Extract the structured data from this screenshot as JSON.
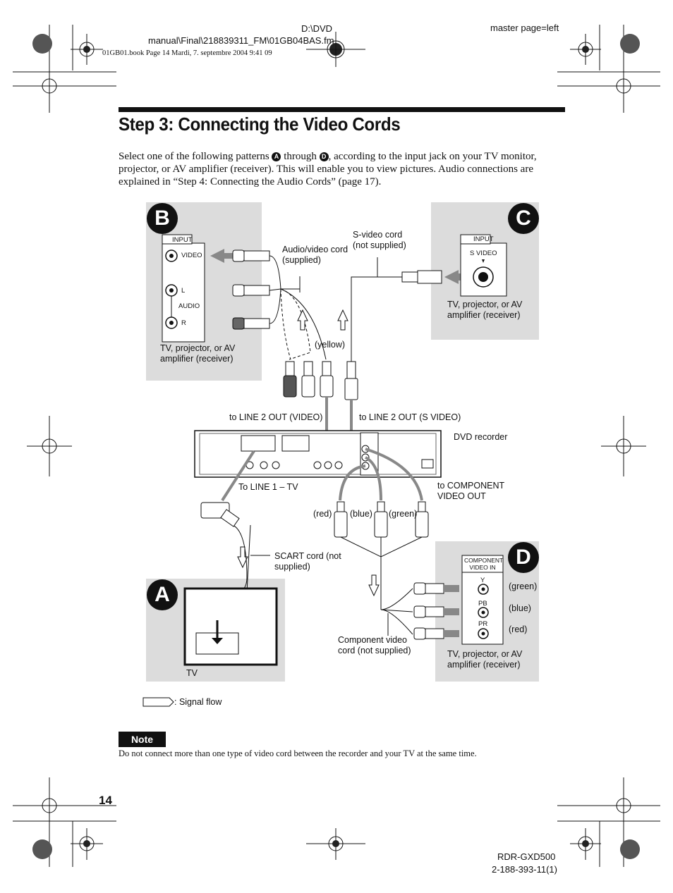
{
  "header": {
    "path_line1": "D:\\DVD",
    "path_line2": "manual\\Final\\218839311_FM\\01GB04BAS.fm",
    "master": "master page=left",
    "book_info": "01GB01.book  Page 14  Mardi, 7. septembre 2004  9:41 09"
  },
  "title": "Step 3: Connecting the Video Cords",
  "intro": {
    "part1": "Select one of the following patterns",
    "letter_a": "A",
    "through": "through",
    "letter_d": "D",
    "part2": ", according to the input jack on your TV monitor, projector, or AV amplifier (receiver). This will enable you to view pictures. Audio connections are explained in “Step 4: Connecting the Audio Cords” (page 17)."
  },
  "diagram": {
    "badges": {
      "a": "A",
      "b": "B",
      "c": "C",
      "d": "D"
    },
    "panel_b": {
      "input": "INPUT",
      "video": "VIDEO",
      "l": "L",
      "audio": "AUDIO",
      "r": "R",
      "caption": "TV, projector, or AV amplifier (receiver)"
    },
    "panel_c": {
      "input": "INPUT",
      "svideo": "S VIDEO",
      "caption": "TV, projector, or AV amplifier (receiver)"
    },
    "panel_d": {
      "component_line1": "COMPONENT",
      "component_line2": "VIDEO IN",
      "y": "Y",
      "pb": "PB",
      "pr": "PR",
      "green": "(green)",
      "blue": "(blue)",
      "red": "(red)",
      "caption": "TV, projector, or AV amplifier (receiver)"
    },
    "panel_a": {
      "tv": "TV"
    },
    "labels": {
      "audio_video_cord": "Audio/video cord (supplied)",
      "svideo_cord": "S-video cord (not supplied)",
      "yellow": "(yellow)",
      "to_line2_video": "to LINE 2 OUT (VIDEO)",
      "to_line2_svideo": "to LINE 2 OUT (S VIDEO)",
      "dvd_recorder": "DVD recorder",
      "to_line1_tv": "To LINE 1 – TV",
      "to_component": "to COMPONENT VIDEO OUT",
      "red": "(red)",
      "blue": "(blue)",
      "green": "(green)",
      "scart_cord": "SCART cord (not supplied)",
      "component_cord": "Component video cord (not supplied)",
      "signal_flow": ": Signal flow"
    }
  },
  "note": {
    "label": "Note",
    "text": "Do not connect more than one type of video cord between the recorder and your TV at the same time."
  },
  "footer": {
    "page_number": "14",
    "model": "RDR-GXD500",
    "part_number": "2-188-393-11(1)"
  }
}
